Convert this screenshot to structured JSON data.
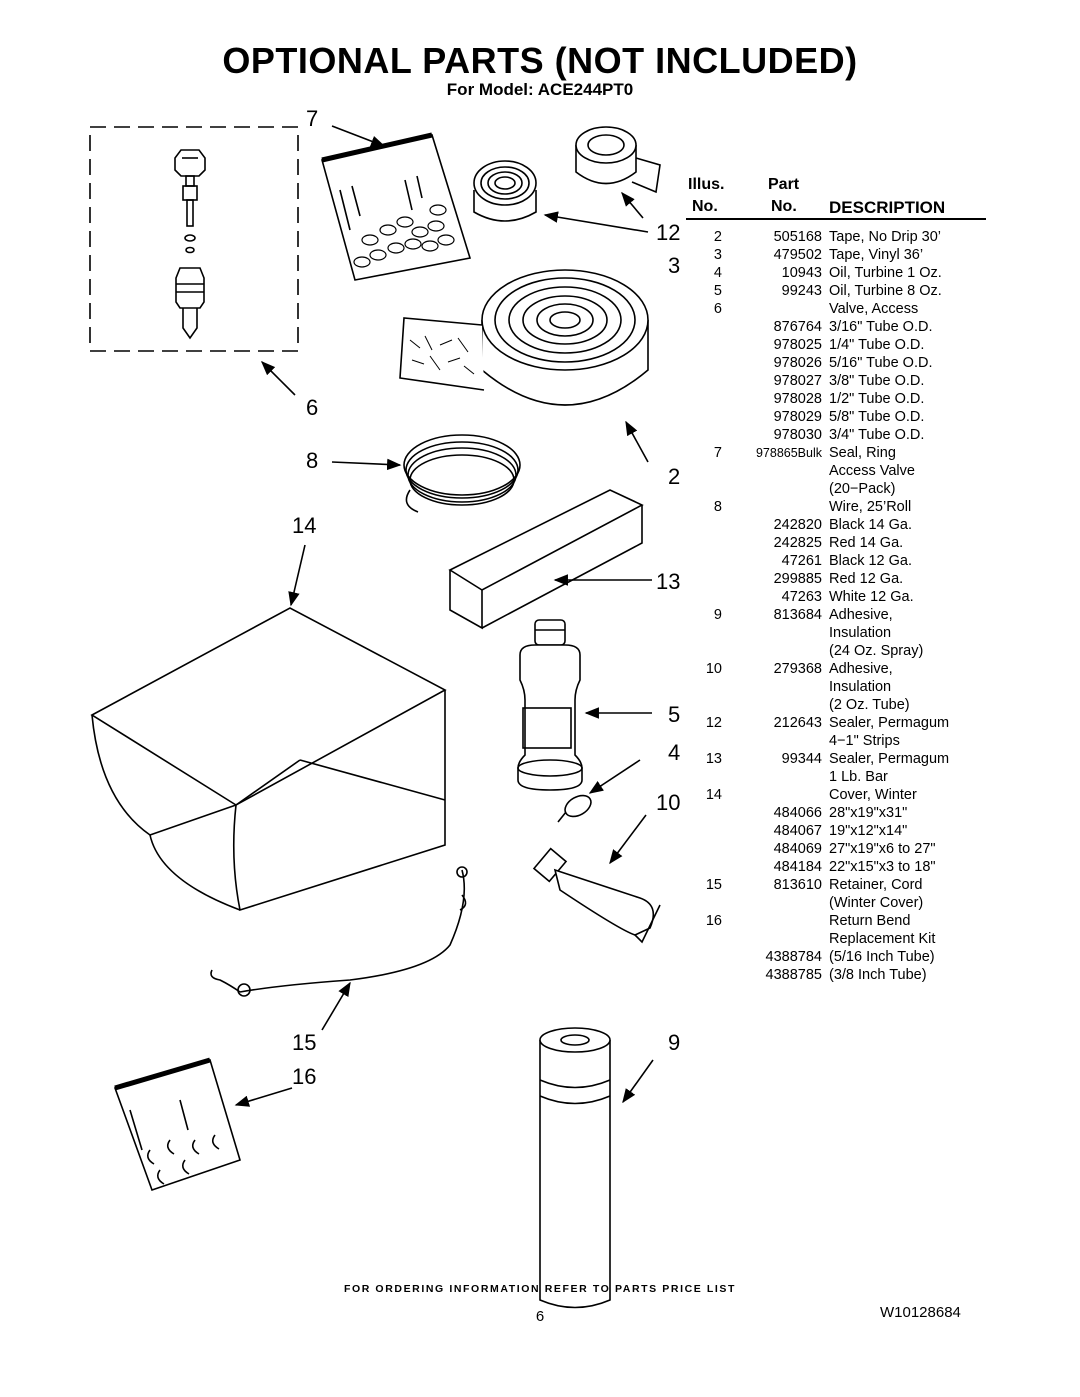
{
  "header": {
    "title": "OPTIONAL PARTS (NOT INCLUDED)",
    "model": "For Model: ACE244PT0"
  },
  "callouts": [
    "7",
    "12",
    "3",
    "6",
    "8",
    "2",
    "14",
    "13",
    "5",
    "4",
    "10",
    "15",
    "16",
    "9"
  ],
  "parts_table": {
    "columns": {
      "illus_1": "Illus.",
      "illus_2": "No.",
      "part_1": "Part",
      "part_2": "No.",
      "description": "DESCRIPTION"
    },
    "rows": [
      {
        "illus": "2",
        "part": "505168",
        "desc": "Tape, No Drip 30’"
      },
      {
        "illus": "3",
        "part": "479502",
        "desc": "Tape, Vinyl 36’"
      },
      {
        "illus": "4",
        "part": "10943",
        "desc": "Oil, Turbine 1 Oz."
      },
      {
        "illus": "5",
        "part": "99243",
        "desc": "Oil, Turbine 8 Oz."
      },
      {
        "illus": "6",
        "part": "",
        "desc": "Valve, Access"
      },
      {
        "illus": "",
        "part": "876764",
        "desc": "3/16\" Tube O.D."
      },
      {
        "illus": "",
        "part": "978025",
        "desc": "1/4\" Tube O.D."
      },
      {
        "illus": "",
        "part": "978026",
        "desc": "5/16\" Tube O.D."
      },
      {
        "illus": "",
        "part": "978027",
        "desc": "3/8\" Tube O.D."
      },
      {
        "illus": "",
        "part": "978028",
        "desc": "1/2\" Tube O.D."
      },
      {
        "illus": "",
        "part": "978029",
        "desc": "5/8\" Tube O.D."
      },
      {
        "illus": "",
        "part": "978030",
        "desc": "3/4\" Tube O.D."
      },
      {
        "illus": "7",
        "part": "978865Bulk",
        "desc": "Seal, Ring",
        "small": true
      },
      {
        "illus": "",
        "part": "",
        "desc": "Access Valve"
      },
      {
        "illus": "",
        "part": "",
        "desc": "(20−Pack)"
      },
      {
        "illus": "8",
        "part": "",
        "desc": "Wire, 25’Roll"
      },
      {
        "illus": "",
        "part": "242820",
        "desc": "Black 14 Ga."
      },
      {
        "illus": "",
        "part": "242825",
        "desc": "Red 14 Ga."
      },
      {
        "illus": "",
        "part": "47261",
        "desc": "Black 12 Ga."
      },
      {
        "illus": "",
        "part": "299885",
        "desc": "Red 12 Ga."
      },
      {
        "illus": "",
        "part": "47263",
        "desc": "White 12 Ga."
      },
      {
        "illus": "9",
        "part": "813684",
        "desc": "Adhesive,"
      },
      {
        "illus": "",
        "part": "",
        "desc": "Insulation"
      },
      {
        "illus": "",
        "part": "",
        "desc": "(24 Oz. Spray)"
      },
      {
        "illus": "10",
        "part": "279368",
        "desc": "Adhesive,"
      },
      {
        "illus": "",
        "part": "",
        "desc": "Insulation"
      },
      {
        "illus": "",
        "part": "",
        "desc": "(2 Oz. Tube)"
      },
      {
        "illus": "12",
        "part": "212643",
        "desc": "Sealer, Permagum"
      },
      {
        "illus": "",
        "part": "",
        "desc": "4−1\" Strips"
      },
      {
        "illus": "13",
        "part": "99344",
        "desc": "Sealer, Permagum"
      },
      {
        "illus": "",
        "part": "",
        "desc": "1 Lb. Bar"
      },
      {
        "illus": "14",
        "part": "",
        "desc": "Cover, Winter"
      },
      {
        "illus": "",
        "part": "484066",
        "desc": "28\"x19\"x31\""
      },
      {
        "illus": "",
        "part": "484067",
        "desc": "19\"x12\"x14\""
      },
      {
        "illus": "",
        "part": "484069",
        "desc": "27\"x19\"x6 to 27\""
      },
      {
        "illus": "",
        "part": "484184",
        "desc": "22\"x15\"x3 to 18\""
      },
      {
        "illus": "15",
        "part": "813610",
        "desc": "Retainer, Cord"
      },
      {
        "illus": "",
        "part": "",
        "desc": "(Winter Cover)"
      },
      {
        "illus": "16",
        "part": "",
        "desc": "Return Bend"
      },
      {
        "illus": "",
        "part": "",
        "desc": "Replacement Kit"
      },
      {
        "illus": "",
        "part": "4388784",
        "desc": "(5/16 Inch Tube)"
      },
      {
        "illus": "",
        "part": "4388785",
        "desc": "(3/8 Inch Tube)"
      }
    ]
  },
  "footer": {
    "ordering_note": "FOR ORDERING INFORMATION REFER TO PARTS PRICE LIST",
    "page_number": "6",
    "doc_number": "W10128684"
  }
}
